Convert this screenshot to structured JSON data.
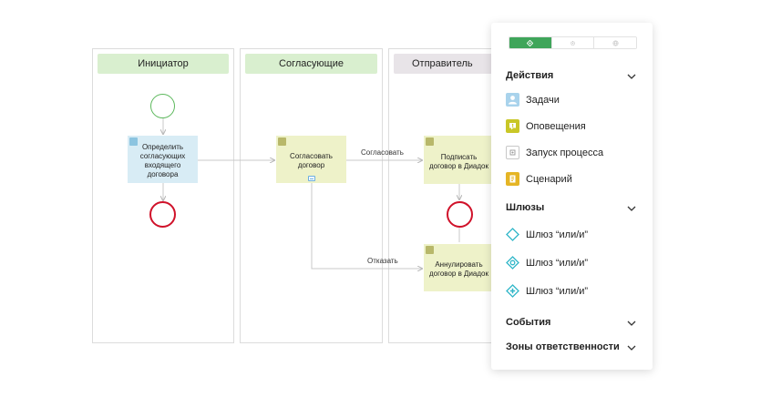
{
  "lanes": {
    "initiator": "Инициатор",
    "approvers": "Согласующие",
    "sender": "Отправитель"
  },
  "nodes": {
    "define": "Определить согласующих входящего договора",
    "approve": "Согласовать договор",
    "sign": "Подписать договор в Диадок",
    "cancel": "Аннулировать договор в Диадок"
  },
  "edges": {
    "agree": "Согласовать",
    "reject": "Отказать"
  },
  "panel": {
    "tabs": [
      "diamond-icon",
      "gear-icon",
      "globe-icon"
    ],
    "actions_title": "Действия",
    "actions": [
      {
        "label": "Задачи",
        "icon": "user-task-icon"
      },
      {
        "label": "Оповещения",
        "icon": "notification-icon"
      },
      {
        "label": "Запуск процесса",
        "icon": "process-launch-icon"
      },
      {
        "label": "Сценарий",
        "icon": "script-icon"
      }
    ],
    "gateways_title": "Шлюзы",
    "gateways": [
      {
        "label": "Шлюз “или/и”",
        "icon": "gateway-diamond-icon"
      },
      {
        "label": "Шлюз “или/и”",
        "icon": "gateway-circle-icon"
      },
      {
        "label": "Шлюз “или/и”",
        "icon": "gateway-plus-icon"
      }
    ],
    "events_title": "События",
    "zones_title": "Зоны ответственности"
  },
  "colors": {
    "accent": "#3fa55a",
    "gateway": "#2fb6c8",
    "end_event": "#d0122a",
    "start_event": "#5cb85c"
  }
}
